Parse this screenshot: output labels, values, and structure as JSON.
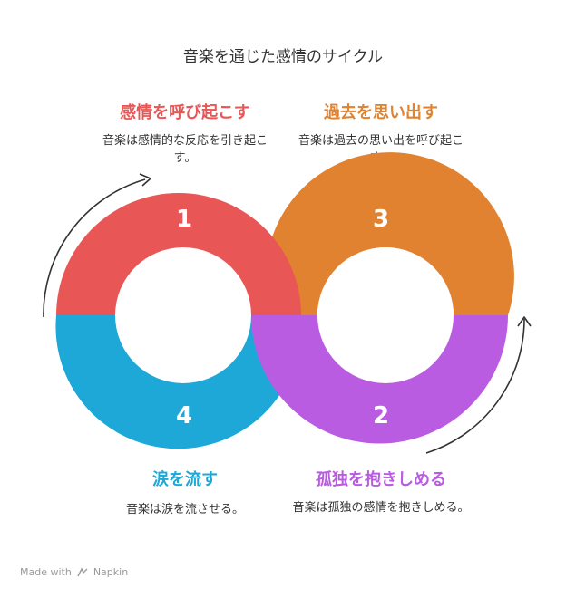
{
  "title": "音楽を通じた感情のサイクル",
  "steps": [
    {
      "number": "1",
      "heading": "感情を呼び起こす",
      "description": "音楽は感情的な反応を引き起こす。",
      "color": "#E85756"
    },
    {
      "number": "2",
      "heading": "孤独を抱きしめる",
      "description": "音楽は孤独の感情を抱きしめる。",
      "color": "#B95CE2"
    },
    {
      "number": "3",
      "heading": "過去を思い出す",
      "description": "音楽は過去の思い出を呼び起こす。",
      "color": "#E0822F"
    },
    {
      "number": "4",
      "heading": "涙を流す",
      "description": "音楽は涙を流させる。",
      "color": "#1DA8D8"
    }
  ],
  "footer": {
    "made_with": "Made with",
    "brand": "Napkin"
  },
  "icons": {
    "footer_logo": "napkin-logo-icon",
    "arrow_left": "curved-arrow-icon",
    "arrow_right": "curved-arrow-icon"
  }
}
